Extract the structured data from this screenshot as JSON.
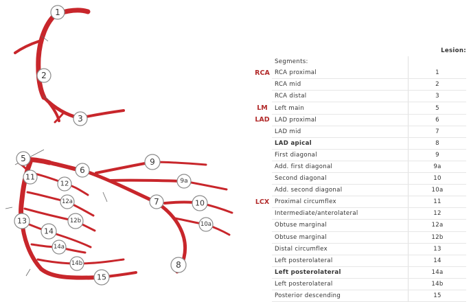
{
  "colors": {
    "artery": "#c8262b",
    "group_label": "#b22a2a"
  },
  "diagram": {
    "markers": [
      "1",
      "2",
      "3",
      "5",
      "6",
      "9",
      "9a",
      "11",
      "12",
      "12a",
      "7",
      "10",
      "10a",
      "13",
      "12b",
      "14",
      "14a",
      "14b",
      "8",
      "15"
    ]
  },
  "table": {
    "header_segments": "Segments:",
    "header_lesion": "Lesion:",
    "rows": [
      {
        "group": "RCA",
        "segment": "RCA proximal",
        "lesion": "1"
      },
      {
        "group": "",
        "segment": "RCA mid",
        "lesion": "2"
      },
      {
        "group": "",
        "segment": "RCA distal",
        "lesion": "3"
      },
      {
        "group": "LM",
        "segment": "Left main",
        "lesion": "5"
      },
      {
        "group": "LAD",
        "segment": "LAD proximal",
        "lesion": "6"
      },
      {
        "group": "",
        "segment": "LAD mid",
        "lesion": "7"
      },
      {
        "group": "",
        "segment": "LAD apical",
        "lesion": "8"
      },
      {
        "group": "",
        "segment": "First diagonal",
        "lesion": "9"
      },
      {
        "group": "",
        "segment": "Add. first diagonal",
        "lesion": "9a"
      },
      {
        "group": "",
        "segment": "Second diagonal",
        "lesion": "10"
      },
      {
        "group": "",
        "segment": "Add. second diagonal",
        "lesion": "10a"
      },
      {
        "group": "LCX",
        "segment": "Proximal circumflex",
        "lesion": "11"
      },
      {
        "group": "",
        "segment": "Intermediate/anterolateral",
        "lesion": "12"
      },
      {
        "group": "",
        "segment": "Obtuse marginal",
        "lesion": "12a"
      },
      {
        "group": "",
        "segment": "Obtuse marginal",
        "lesion": "12b"
      },
      {
        "group": "",
        "segment": "Distal circumflex",
        "lesion": "13"
      },
      {
        "group": "",
        "segment": "Left posterolateral",
        "lesion": "14"
      },
      {
        "group": "",
        "segment": "Left posterolateral",
        "lesion": "14a"
      },
      {
        "group": "",
        "segment": "Left posterolateral",
        "lesion": "14b"
      },
      {
        "group": "",
        "segment": "Posterior descending",
        "lesion": "15"
      }
    ]
  }
}
